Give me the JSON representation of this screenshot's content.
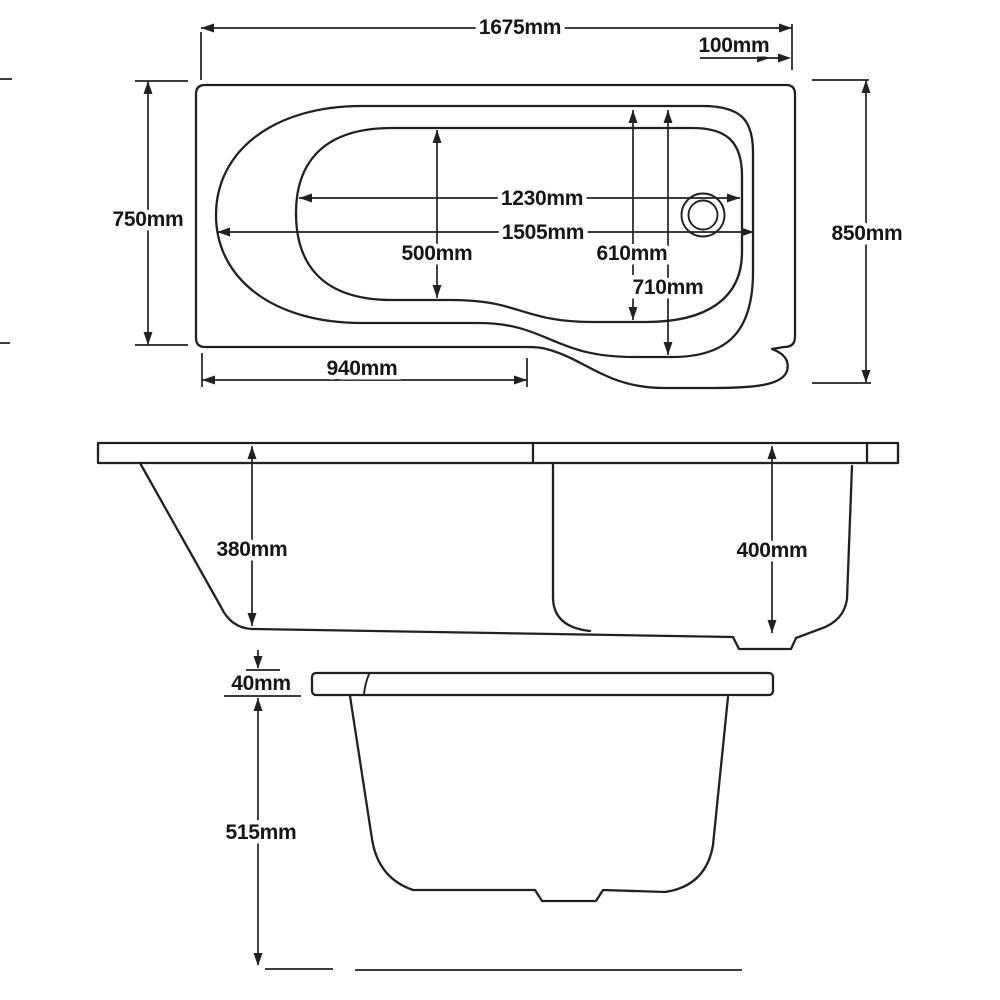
{
  "diagram": {
    "colors": {
      "line": "#212121",
      "label": "#161616",
      "background": "#ffffff"
    },
    "views": {
      "plan": {
        "dims": {
          "overall_length": "1675mm",
          "end_offset": "100mm",
          "overall_width_left": "750mm",
          "overall_width_right": "850mm",
          "straight_section_length": "940mm",
          "inner_length_base": "1230mm",
          "inner_length_rim": "1505mm",
          "inner_width_left": "500mm",
          "inner_width_right_base": "610mm",
          "inner_width_right_rim": "710mm"
        }
      },
      "side": {
        "dims": {
          "depth_left": "380mm",
          "depth_right": "400mm"
        }
      },
      "end": {
        "dims": {
          "rim_height": "40mm",
          "body_height": "515mm"
        }
      }
    }
  }
}
